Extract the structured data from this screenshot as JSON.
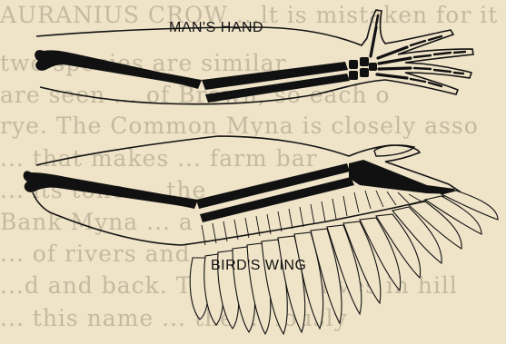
{
  "labels": {
    "man": "MAN'S HAND",
    "bird": "BIRD'S WING"
  },
  "background_text": [
    "AURANIUS CROW  ...lt is mistaken for it",
    "two species are similar",
    "are seen ... of Brown, so each o",
    "rye. The Common Myna is closely asso",
    "... that makes ... farm bar",
    "... its tone ... the",
    "Bank Myna ... a",
    "... of rivers and ...",
    "...d and back. The ... that lives in hill",
    "... this name ... the ... iously"
  ],
  "colors": {
    "paper": "#efe3c8",
    "ink": "#111111",
    "bleed_text": "#b8ab93"
  }
}
